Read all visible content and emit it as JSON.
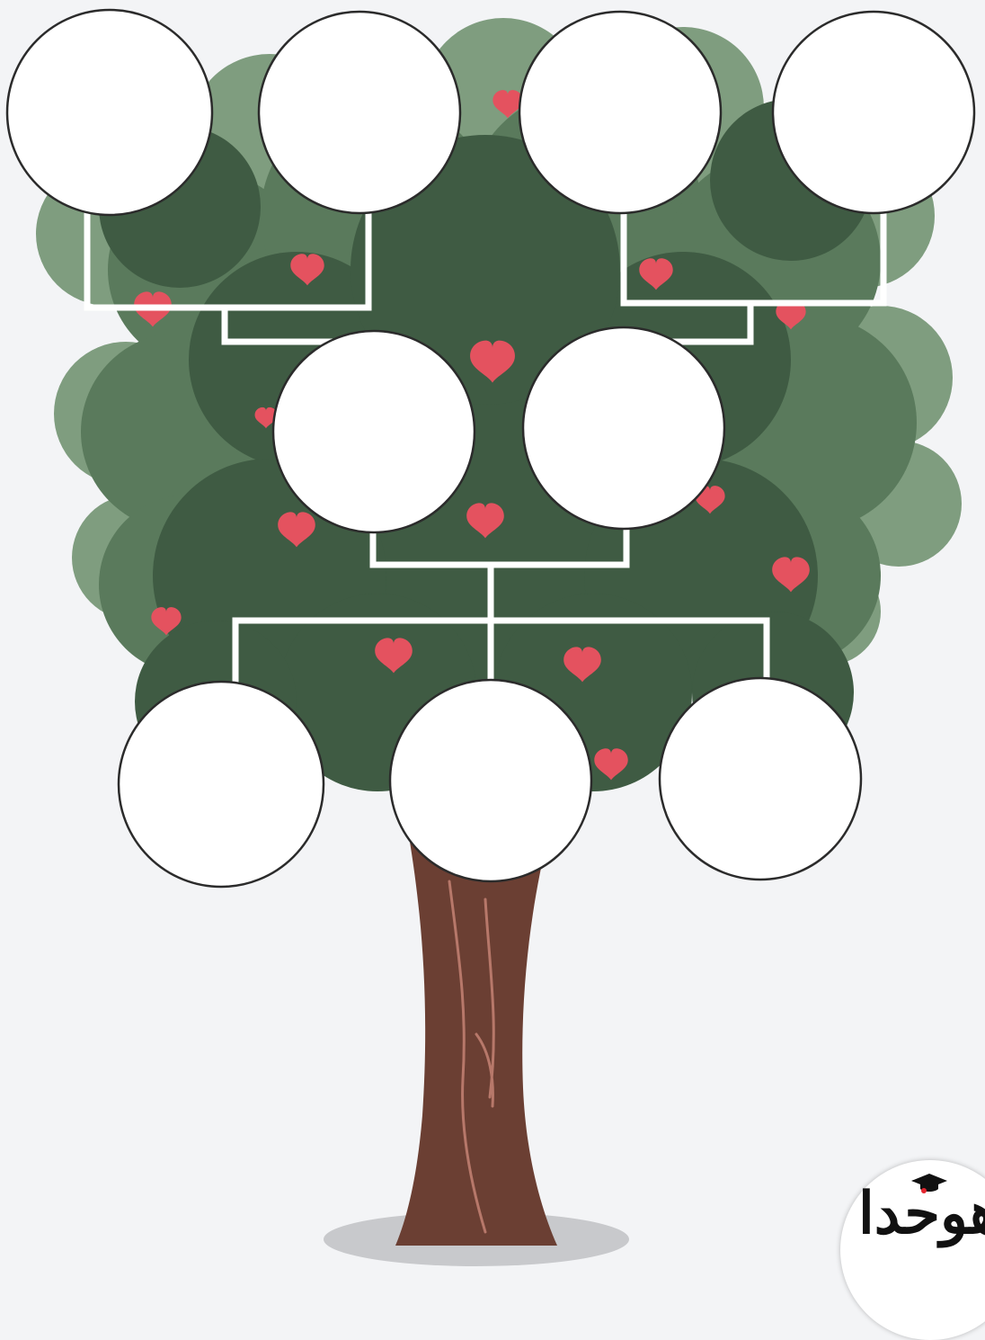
{
  "diagram": {
    "type": "family-tree",
    "generations": [
      {
        "row": "top",
        "portrait_frames": 4
      },
      {
        "row": "middle",
        "portrait_frames": 2
      },
      {
        "row": "bottom",
        "portrait_frames": 3
      }
    ],
    "colors": {
      "background": "#f3f4f6",
      "foliage_dark": "#3f5b43",
      "foliage_mid": "#5a7a5c",
      "foliage_light": "#7f9d7f",
      "trunk": "#6b3f33",
      "heart": "#e4525f",
      "connector": "#ffffff",
      "frame_fill": "#ffffff",
      "frame_stroke": "#2b2b2b"
    }
  },
  "logo": {
    "text": "هوحدا",
    "icon": "graduation-cap-icon"
  }
}
